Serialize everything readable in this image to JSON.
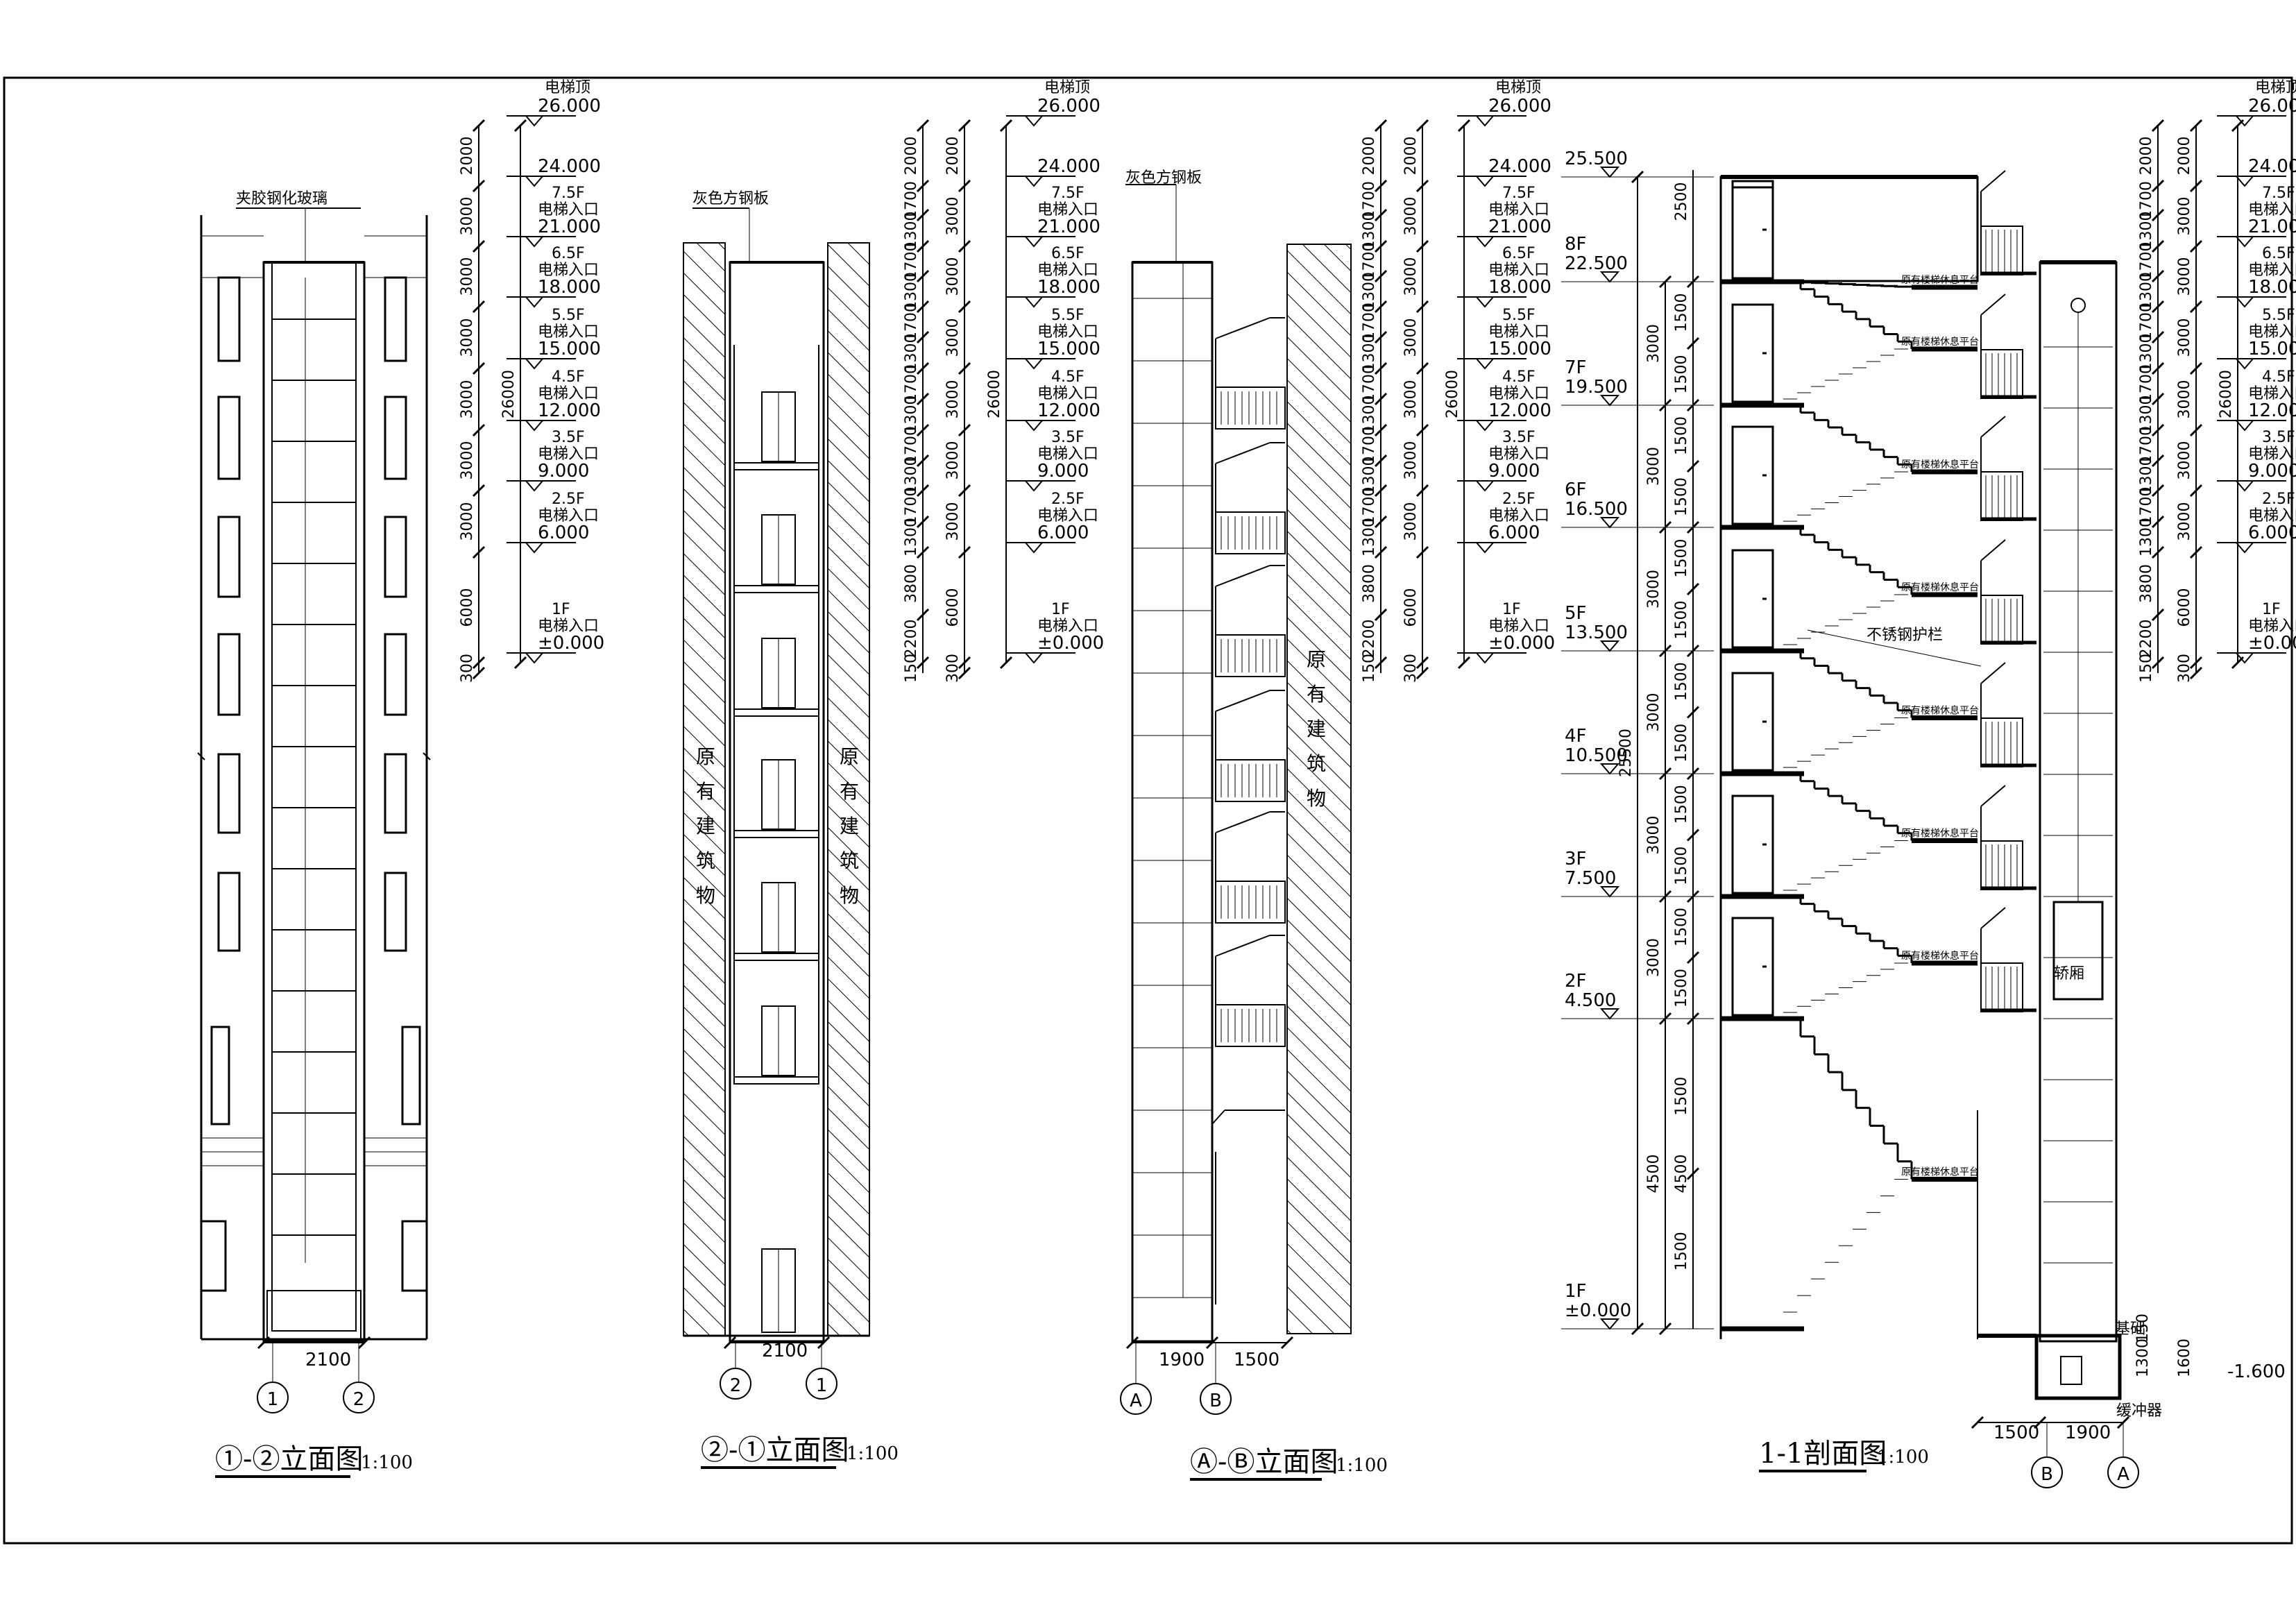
{
  "drawings": [
    {
      "id": "v12",
      "title": "①-②立面图",
      "scale": "1:100",
      "top_note": "夹胶钢化玻璃",
      "width_dim": "2100",
      "axes": [
        "1",
        "2"
      ],
      "wall_label": ""
    },
    {
      "id": "v21",
      "title": "②-①立面图",
      "scale": "1:100",
      "top_note": "灰色方钢板",
      "width_dim": "2100",
      "axes": [
        "2",
        "1"
      ],
      "wall_label": "原有建筑物"
    },
    {
      "id": "vAB",
      "title": "Ⓐ-Ⓑ立面图",
      "scale": "1:100",
      "top_note": "灰色方钢板",
      "width_dims": [
        "1900",
        "1500"
      ],
      "axes": [
        "A",
        "B"
      ],
      "wall_label": "原有建筑物"
    },
    {
      "id": "s11",
      "title": "1-1剖面图",
      "scale": "1:100",
      "width_dims": [
        "1500",
        "1900"
      ],
      "axes": [
        "B",
        "A"
      ],
      "note_rail": "不锈钢护栏",
      "note_platform": "原有楼梯休息平台",
      "note_pit": "缓冲器",
      "note_car": "轿厢",
      "note_base": "基础"
    }
  ],
  "levels": [
    {
      "label": "电梯顶",
      "elev": "26.000"
    },
    {
      "label": "",
      "elev": "24.000"
    },
    {
      "label": "7.5F 电梯入口",
      "elev": "21.000"
    },
    {
      "label": "6.5F 电梯入口",
      "elev": "18.000"
    },
    {
      "label": "5.5F 电梯入口",
      "elev": "15.000"
    },
    {
      "label": "4.5F 电梯入口",
      "elev": "12.000"
    },
    {
      "label": "3.5F 电梯入口",
      "elev": "9.000"
    },
    {
      "label": "2.5F 电梯入口",
      "elev": "6.000"
    },
    {
      "label": "1F 电梯入口",
      "elev": "±0.000"
    }
  ],
  "level_labels": {
    "top": "电梯顶",
    "entry": "电梯入口",
    "floors": [
      "7.5F",
      "6.5F",
      "5.5F",
      "4.5F",
      "3.5F",
      "2.5F",
      "1F"
    ],
    "elevs": [
      "26.000",
      "24.000",
      "21.000",
      "18.000",
      "15.000",
      "12.000",
      "9.000",
      "6.000",
      "±0.000"
    ]
  },
  "dims_left": [
    "2000",
    "3000",
    "3000",
    "3000",
    "3000",
    "3000",
    "3000",
    "6000",
    "300"
  ],
  "dims_total": "26000",
  "dims_fine": [
    "2000",
    "1700",
    "1300",
    "1700",
    "1300",
    "1700",
    "1300",
    "1700",
    "1300",
    "1700",
    "1300",
    "1700",
    "1300",
    "3800",
    "2200",
    "150",
    "150"
  ],
  "section_levels": [
    {
      "floor": "",
      "elev": "25.500"
    },
    {
      "floor": "8F",
      "elev": "22.500"
    },
    {
      "floor": "7F",
      "elev": "19.500"
    },
    {
      "floor": "6F",
      "elev": "16.500"
    },
    {
      "floor": "5F",
      "elev": "13.500"
    },
    {
      "floor": "4F",
      "elev": "10.500"
    },
    {
      "floor": "3F",
      "elev": "7.500"
    },
    {
      "floor": "2F",
      "elev": "4.500"
    },
    {
      "floor": "1F",
      "elev": "±0.000"
    }
  ],
  "section_dims_a": [
    "2500",
    "3000",
    "3000",
    "3000",
    "3000",
    "3000",
    "3000",
    "4500"
  ],
  "section_dims_b": [
    "1500",
    "1500",
    "1500",
    "1500",
    "1500",
    "1500",
    "1500",
    "1500",
    "1500",
    "1500",
    "1500",
    "1500",
    "1500",
    "1500",
    "4500"
  ],
  "section_total": "25500",
  "pit_dims": [
    "1300",
    "1600",
    "150"
  ],
  "pit_elev": "-1.600"
}
